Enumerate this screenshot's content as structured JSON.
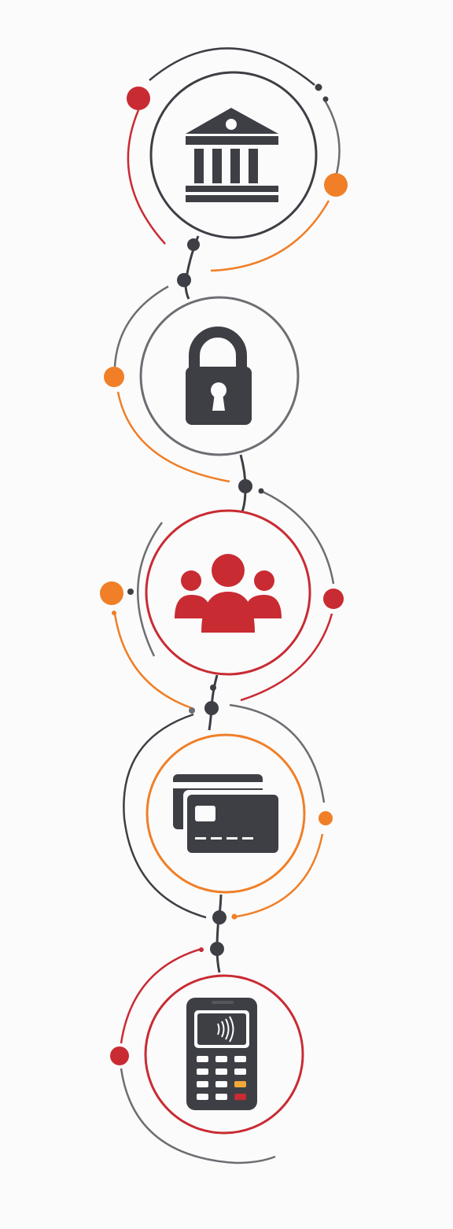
{
  "colors": {
    "dark": "#3d3f45",
    "gray": "#6c6e73",
    "red": "#c92b33",
    "orange": "#f07f27",
    "background": "#fbfbfb"
  },
  "nodes": [
    {
      "id": "bank",
      "icon": "bank-icon",
      "ring_color": "dark"
    },
    {
      "id": "security",
      "icon": "padlock-icon",
      "ring_color": "gray"
    },
    {
      "id": "customers",
      "icon": "people-group-icon",
      "ring_color": "red"
    },
    {
      "id": "cards",
      "icon": "credit-cards-icon",
      "ring_color": "orange"
    },
    {
      "id": "terminal",
      "icon": "payment-terminal-icon",
      "ring_color": "red"
    }
  ]
}
